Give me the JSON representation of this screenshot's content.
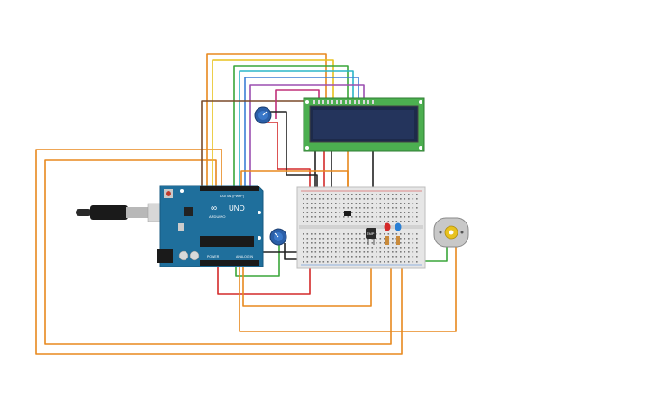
{
  "arduino": {
    "brand": "UNO",
    "logo_text": "ARDUINO",
    "digital_label": "DIGITAL (PWM~)",
    "analog_label": "ANALOG IN",
    "power_label": "POWER"
  },
  "ic": {
    "label": "TMP"
  },
  "colors": {
    "orange": "#e8891e",
    "yellow": "#e8c21e",
    "green": "#3aa63a",
    "cyan": "#2bb5c8",
    "blue": "#3d7fd6",
    "purple": "#9b4fb0",
    "red": "#d42a2a",
    "black": "#222222",
    "brown": "#7a4a2a",
    "board_blue": "#1f6f9c",
    "lcd_green": "#4caf50",
    "lcd_screen": "#1d2a4a",
    "breadboard": "#e6e6e6"
  },
  "components": [
    "arduino-uno",
    "lcd-16x2",
    "breadboard",
    "potentiometer",
    "potentiometer",
    "temperature-sensor",
    "led-red",
    "led-blue",
    "dc-motor",
    "usb-cable"
  ]
}
